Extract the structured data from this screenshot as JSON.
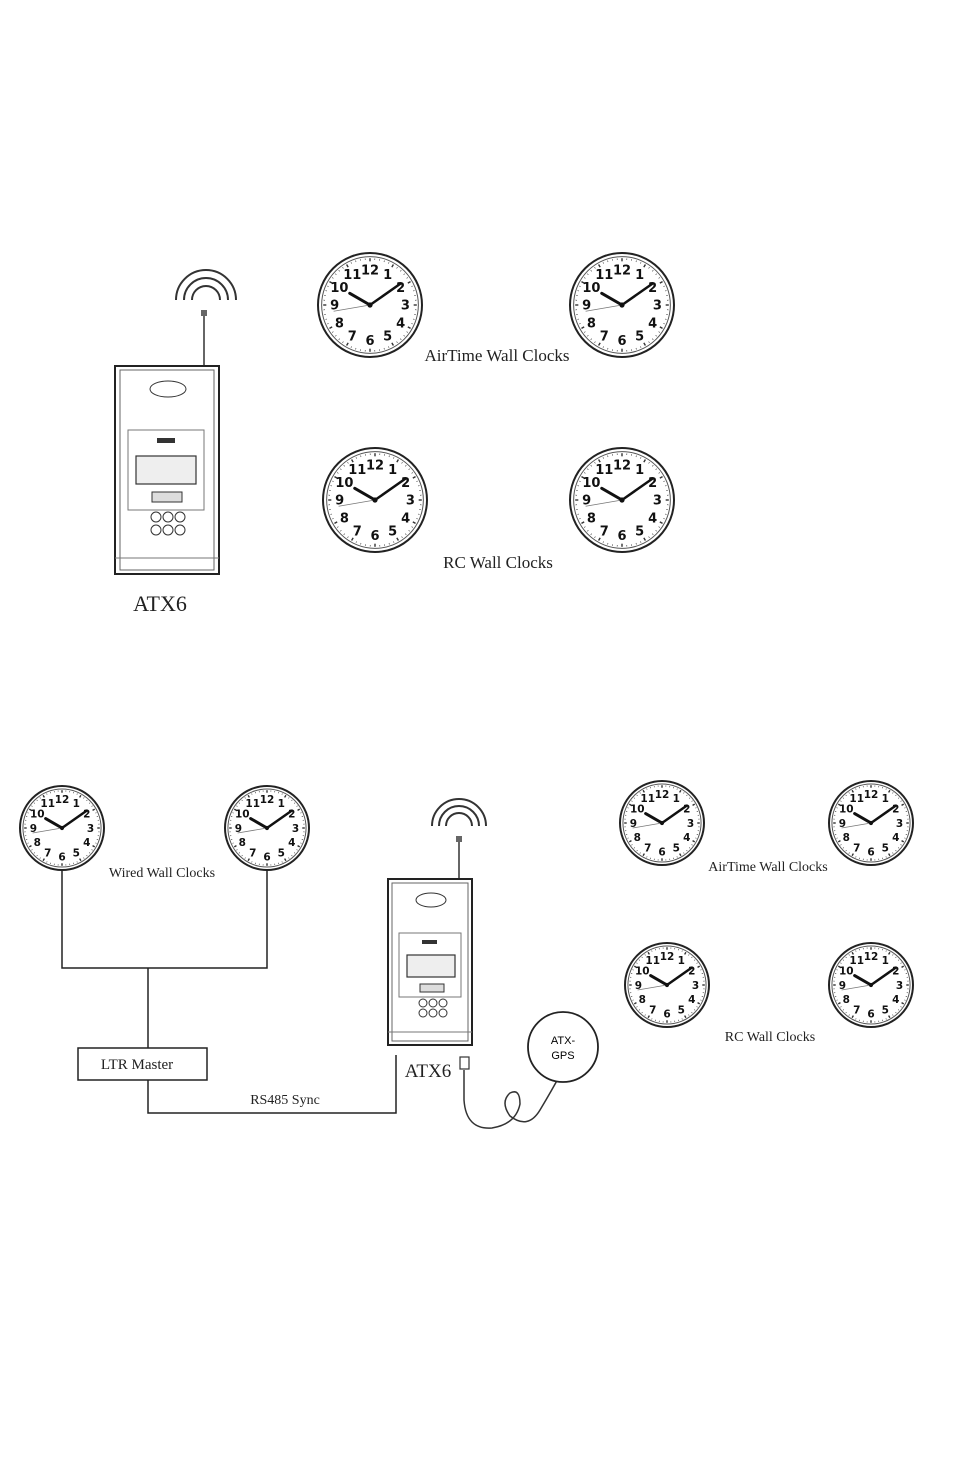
{
  "top": {
    "airtime_label": "AirTime Wall Clocks",
    "rc_label": "RC Wall Clocks",
    "device_label": "ATX6"
  },
  "bottom": {
    "wired_label": "Wired Wall Clocks",
    "master_label": "LTR Master",
    "sync_label": "RS485 Sync",
    "device_label": "ATX6",
    "gps_label_line1": "ATX-",
    "gps_label_line2": "GPS",
    "airtime_label": "AirTime Wall Clocks",
    "rc_label": "RC Wall Clocks"
  },
  "clock_numerals": [
    "12",
    "1",
    "2",
    "3",
    "4",
    "5",
    "6",
    "7",
    "8",
    "9",
    "10",
    "11"
  ]
}
